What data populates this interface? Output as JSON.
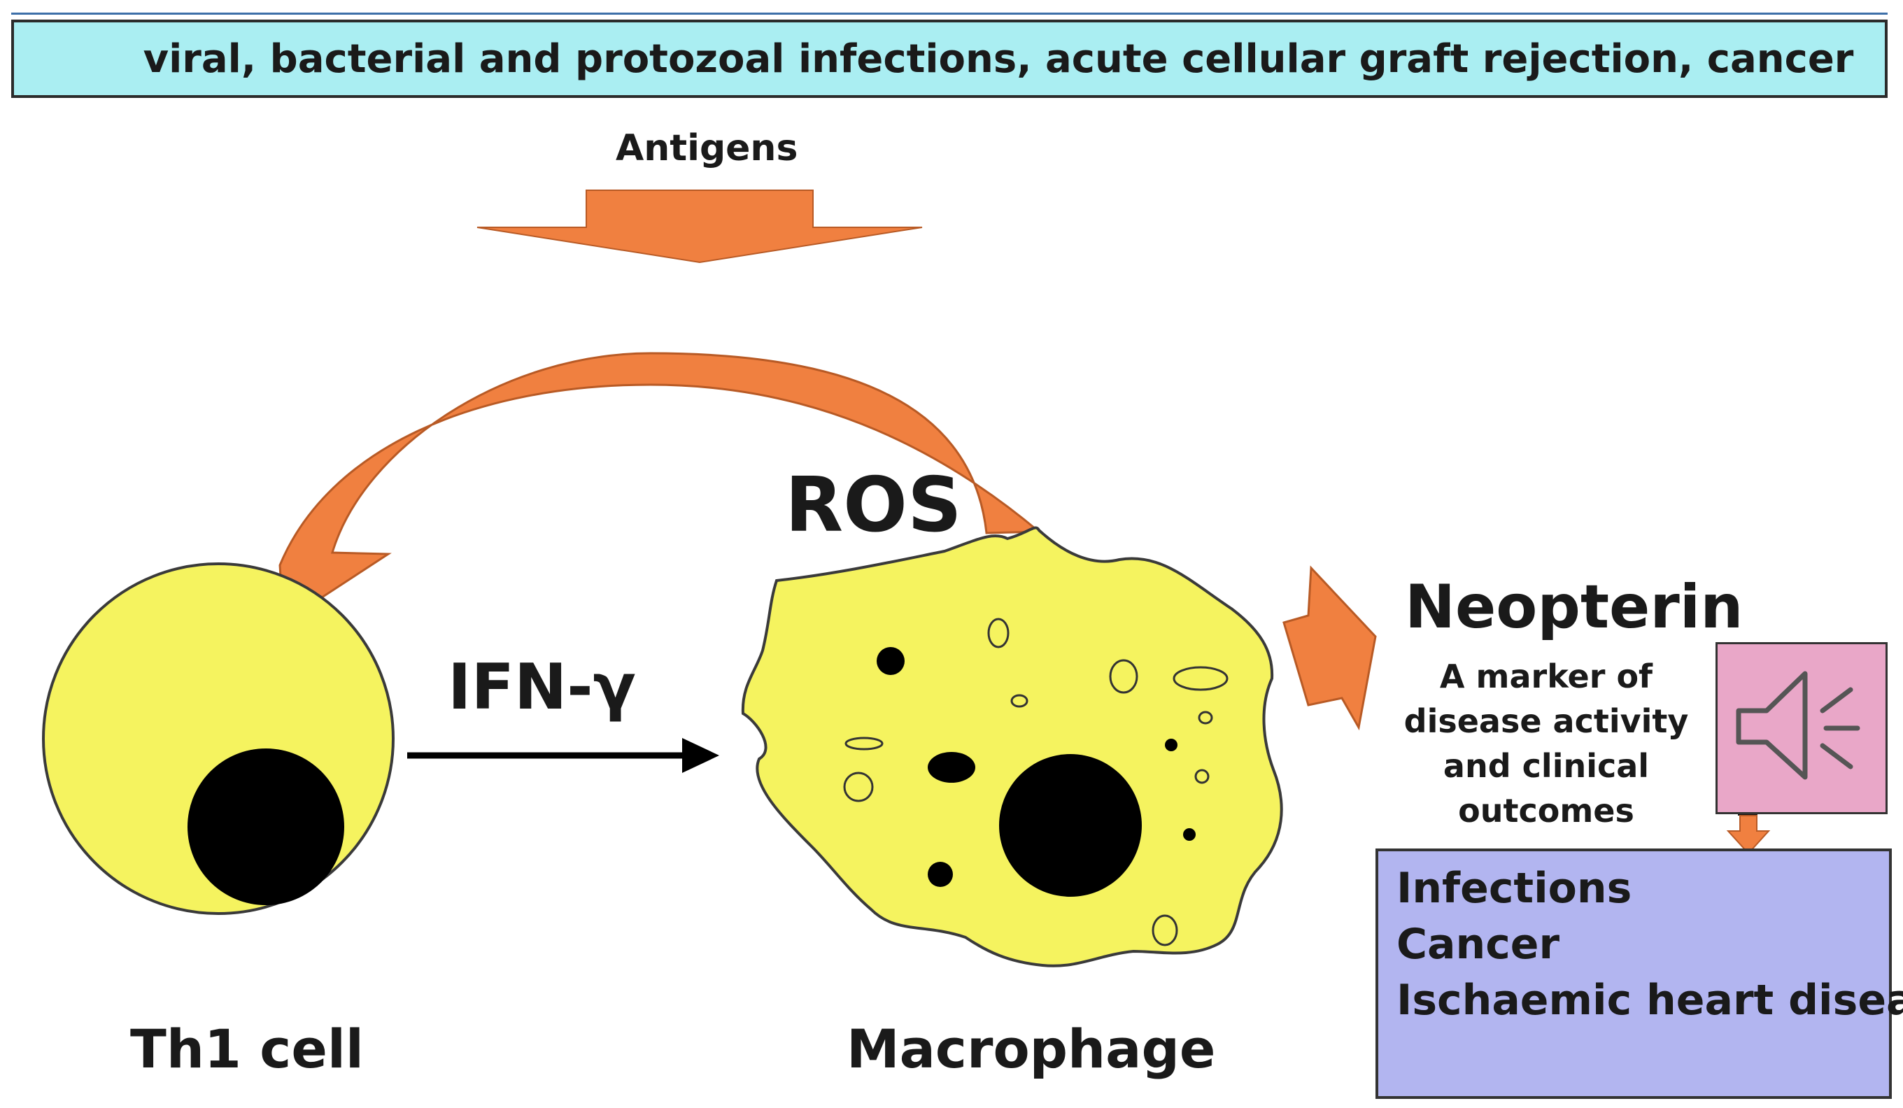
{
  "banner": {
    "text": "viral, bacterial and protozoal infections, acute cellular graft rejection, cancer"
  },
  "labels": {
    "antigens": "Antigens",
    "ros": "ROS",
    "ifn": "IFN-γ",
    "neopterin": "Neopterin",
    "marker": "A marker of disease activity and clinical outcomes",
    "th1": "Th1 cell",
    "macrophage": "Macrophage"
  },
  "diseases": [
    "Infections",
    "Cancer",
    "Ischaemic heart disease"
  ],
  "colors": {
    "banner": "#aaeef2",
    "arrow": "#f08040",
    "cell": "#f5f35f",
    "disease_box": "#b2b5f0",
    "speaker_box": "#e9a7c8"
  },
  "icons": {
    "speaker": "speaker-icon"
  }
}
